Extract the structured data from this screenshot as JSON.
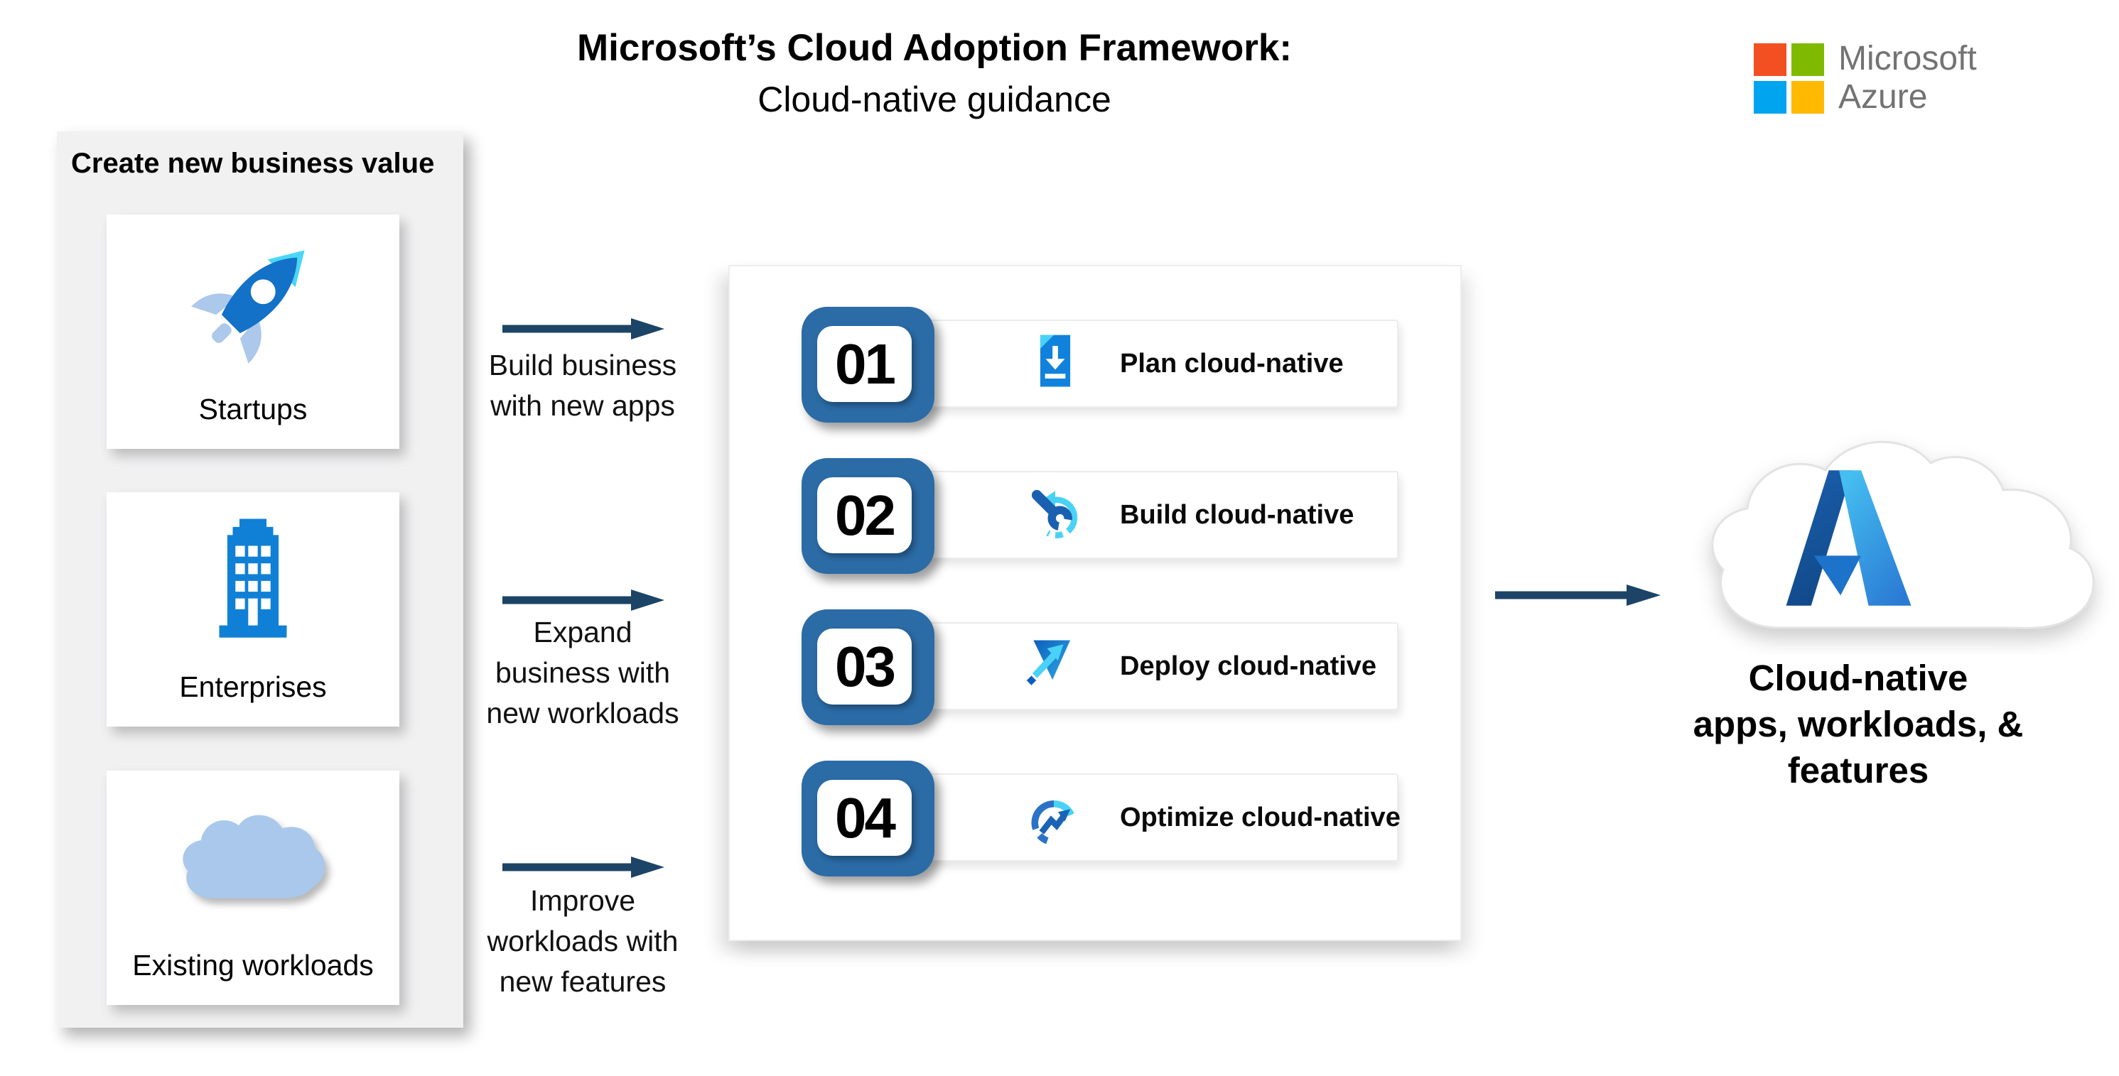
{
  "title": {
    "line1": "Microsoft’s Cloud Adoption Framework:",
    "line2": "Cloud-native guidance"
  },
  "brand": {
    "line1": "Microsoft",
    "line2": "Azure"
  },
  "panel": {
    "header": "Create new business value",
    "cards": [
      {
        "label": "Startups",
        "icon": "rocket-icon"
      },
      {
        "label": "Enterprises",
        "icon": "building-icon"
      },
      {
        "label": "Existing workloads",
        "icon": "cloud-icon"
      }
    ]
  },
  "flows": [
    {
      "lines": [
        "Build business",
        "with new apps"
      ]
    },
    {
      "lines": [
        "Expand",
        "business with",
        "new workloads"
      ]
    },
    {
      "lines": [
        "Improve",
        "workloads with",
        "new features"
      ]
    }
  ],
  "steps": [
    {
      "number": "01",
      "label": "Plan cloud-native",
      "icon": "document-download-icon"
    },
    {
      "number": "02",
      "label": "Build cloud-native",
      "icon": "wrench-refresh-icon"
    },
    {
      "number": "03",
      "label": "Deploy cloud-native",
      "icon": "deploy-arrow-icon"
    },
    {
      "number": "04",
      "label": "Optimize cloud-native",
      "icon": "gauge-trend-icon"
    }
  ],
  "output": {
    "caption_lines": [
      "Cloud-native",
      "apps, workloads, &",
      "features"
    ],
    "icon": "azure-cloud-logo"
  },
  "colors": {
    "arrow_navy": "#1C4466",
    "tile_blue": "#2B6BA6",
    "panel_gray": "#F1F1F2",
    "icon_blue": "#1080D6",
    "icon_cyan": "#4AD2F6",
    "light_blue": "#A9C8EC",
    "ms_red": "#F25022",
    "ms_green": "#7FBA00",
    "ms_blue": "#00A4EF",
    "ms_yellow": "#FFB900",
    "brand_gray": "#737373"
  }
}
